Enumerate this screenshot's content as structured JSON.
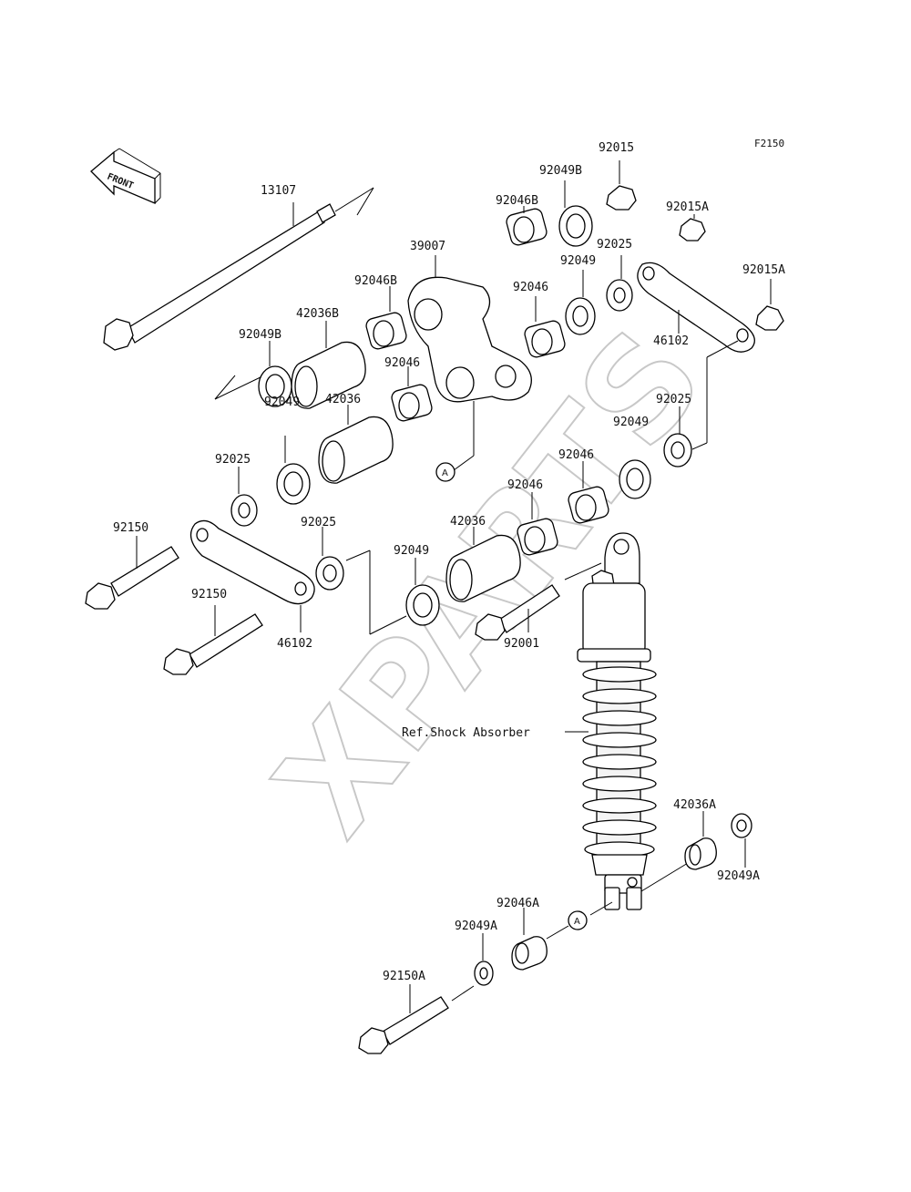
{
  "diagram_code": "F2150",
  "front_label": "FRONT",
  "watermark": "XPARTS",
  "callout_letter": "A",
  "reference_label": "Ref.Shock Absorber",
  "labels": {
    "p13107": "13107",
    "p39007": "39007",
    "p92015": "92015",
    "p92049b_top": "92049B",
    "p92046b_top": "92046B",
    "p92015a_1": "92015A",
    "p92015a_2": "92015A",
    "p92025_top": "92025",
    "p92049_top": "92049",
    "p92046_top": "92046",
    "p46102_right": "46102",
    "p92046b_left": "92046B",
    "p42036b": "42036B",
    "p92049b_left": "92049B",
    "p92046_left": "92046",
    "p42036_left": "42036",
    "p92049_left": "92049",
    "p92025_left": "92025",
    "p92025_right": "92025",
    "p92049_right": "92049",
    "p92046_right": "92046",
    "p92046_mid": "92046",
    "p42036_mid": "42036",
    "p92049_mid": "92049",
    "p92025_mid": "92025",
    "p92150_1": "92150",
    "p92150_2": "92150",
    "p46102_left": "46102",
    "p92001": "92001",
    "p42036a": "42036A",
    "p92049a_right": "92049A",
    "p92046a": "92046A",
    "p92049a_left": "92049A",
    "p92150a": "92150A"
  }
}
